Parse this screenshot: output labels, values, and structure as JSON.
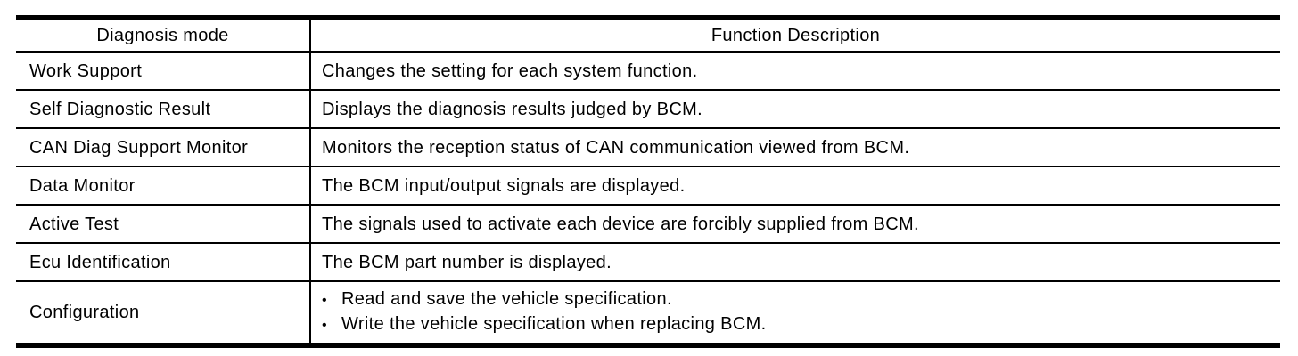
{
  "table": {
    "columns": [
      "Diagnosis mode",
      "Function Description"
    ],
    "bullet_char": "•",
    "rows": [
      {
        "mode": "Work Support",
        "description": "Changes the setting for each system function."
      },
      {
        "mode": "Self Diagnostic Result",
        "description": "Displays the diagnosis results judged by BCM."
      },
      {
        "mode": "CAN Diag Support Monitor",
        "description": "Monitors the reception status of CAN communication viewed from BCM."
      },
      {
        "mode": "Data Monitor",
        "description": "The BCM input/output signals are displayed."
      },
      {
        "mode": "Active Test",
        "description": "The signals used to activate each device are forcibly supplied from BCM."
      },
      {
        "mode": "Ecu Identification",
        "description": "The BCM part number is displayed."
      },
      {
        "mode": "Configuration",
        "description": [
          "Read and save the vehicle specification.",
          "Write the vehicle specification when replacing BCM."
        ]
      }
    ],
    "colors": {
      "border": "#000000",
      "text": "#000000",
      "background": "#ffffff"
    }
  }
}
